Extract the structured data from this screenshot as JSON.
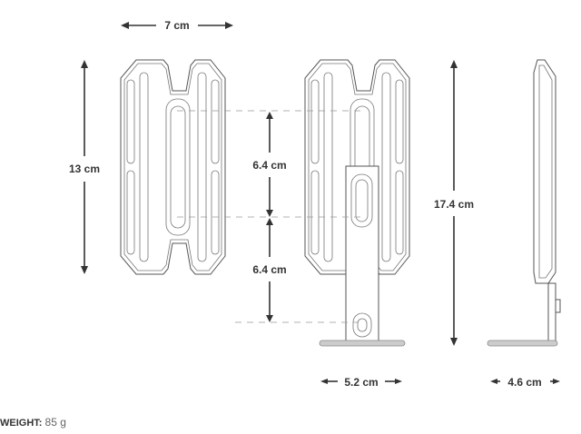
{
  "dimensions": {
    "width_top": "7 cm",
    "height_left": "13 cm",
    "hole_spacing_upper": "6.4 cm",
    "hole_spacing_lower": "6.4 cm",
    "height_total": "17.4 cm",
    "base_width": "5.2 cm",
    "side_depth": "4.6 cm"
  },
  "weight": {
    "label": "WEIGHT:",
    "value": "85 g"
  }
}
